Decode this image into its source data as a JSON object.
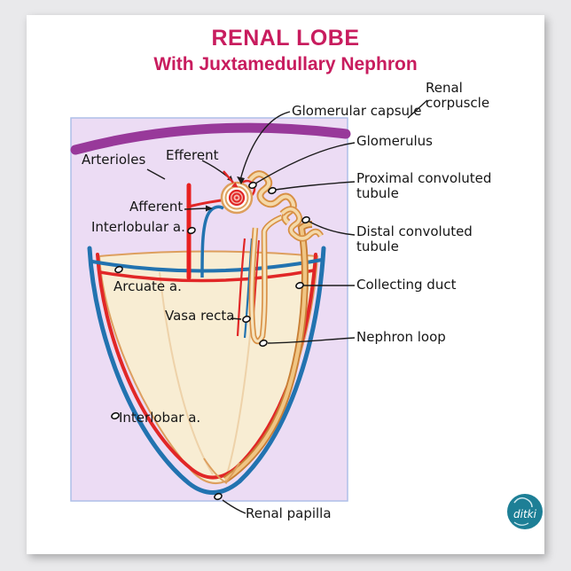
{
  "poster": {
    "title": "RENAL LOBE",
    "subtitle": "With Juxtamedullary Nephron"
  },
  "labels": {
    "renal_corpuscle": "Renal corpuscle",
    "glomerular_capsule": "Glomerular capsule",
    "glomerulus": "Glomerulus",
    "arterioles": "Arterioles",
    "efferent": "Efferent",
    "afferent": "Afferent",
    "interlobular_a": "Interlobular a.",
    "proximal_convoluted_tubule": "Proximal convoluted tubule",
    "distal_convoluted_tubule": "Distal convoluted tubule",
    "arcuate_a": "Arcuate a.",
    "collecting_duct": "Collecting duct",
    "vasa_recta": "Vasa recta",
    "nephron_loop": "Nephron loop",
    "interlobar_a": "Interlobar a.",
    "renal_papilla": "Renal papilla"
  },
  "logo": {
    "text": "ditki"
  },
  "colors": {
    "title_pink": "#c81c5e",
    "artery_red": "#e12727",
    "vein_blue": "#2273b0",
    "tubule_tan": "#d89045",
    "capsule_purple": "#98399a",
    "cortex_lavender": "#ecdcf4",
    "medulla_cream": "#f8edd3",
    "logo_teal": "#1d7f96"
  }
}
